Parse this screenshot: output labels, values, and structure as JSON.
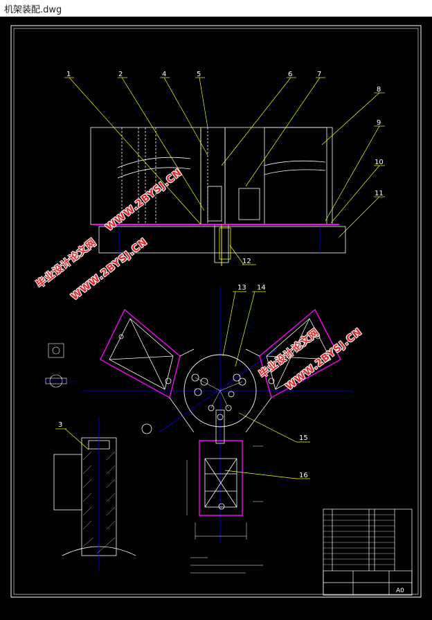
{
  "window": {
    "title": "机架装配.dwg"
  },
  "colors": {
    "background": "#000000",
    "frame": "#ffffff",
    "part": "#ffffff",
    "leader": "#ffff00",
    "dimension": "#ffffff",
    "hatch": "#ff00ff",
    "axis": "#0000ff",
    "watermark": "#e8282a"
  },
  "callouts": [
    "1",
    "2",
    "4",
    "5",
    "6",
    "7",
    "8",
    "9",
    "10",
    "11",
    "12",
    "13",
    "14",
    "15",
    "16",
    "3"
  ],
  "watermark": {
    "line1": "毕业设计论文网",
    "line2": "WWW.2BYSJ.CN"
  },
  "titleblock": {
    "sheet_size": "A0"
  }
}
